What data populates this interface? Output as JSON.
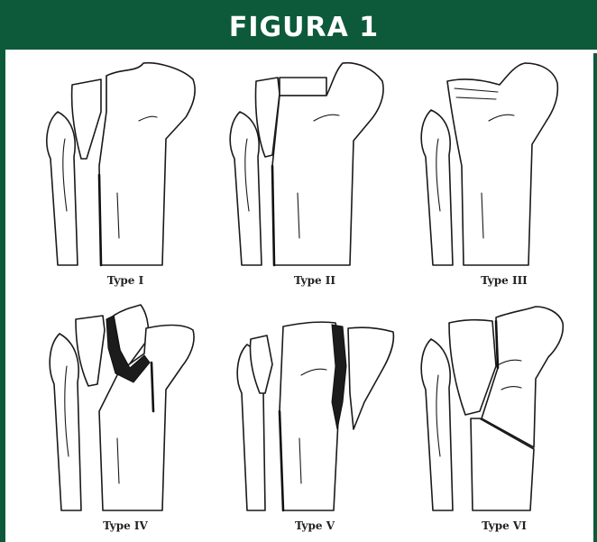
{
  "figure": {
    "title": "FIGURA 1",
    "colors": {
      "header_bg": "#0d5a3a",
      "header_text": "#ffffff",
      "line": "#1a1a1a"
    }
  },
  "panels": [
    {
      "label": "Type I"
    },
    {
      "label": "Type II"
    },
    {
      "label": "Type III"
    },
    {
      "label": "Type IV"
    },
    {
      "label": "Type V"
    },
    {
      "label": "Type VI"
    }
  ]
}
